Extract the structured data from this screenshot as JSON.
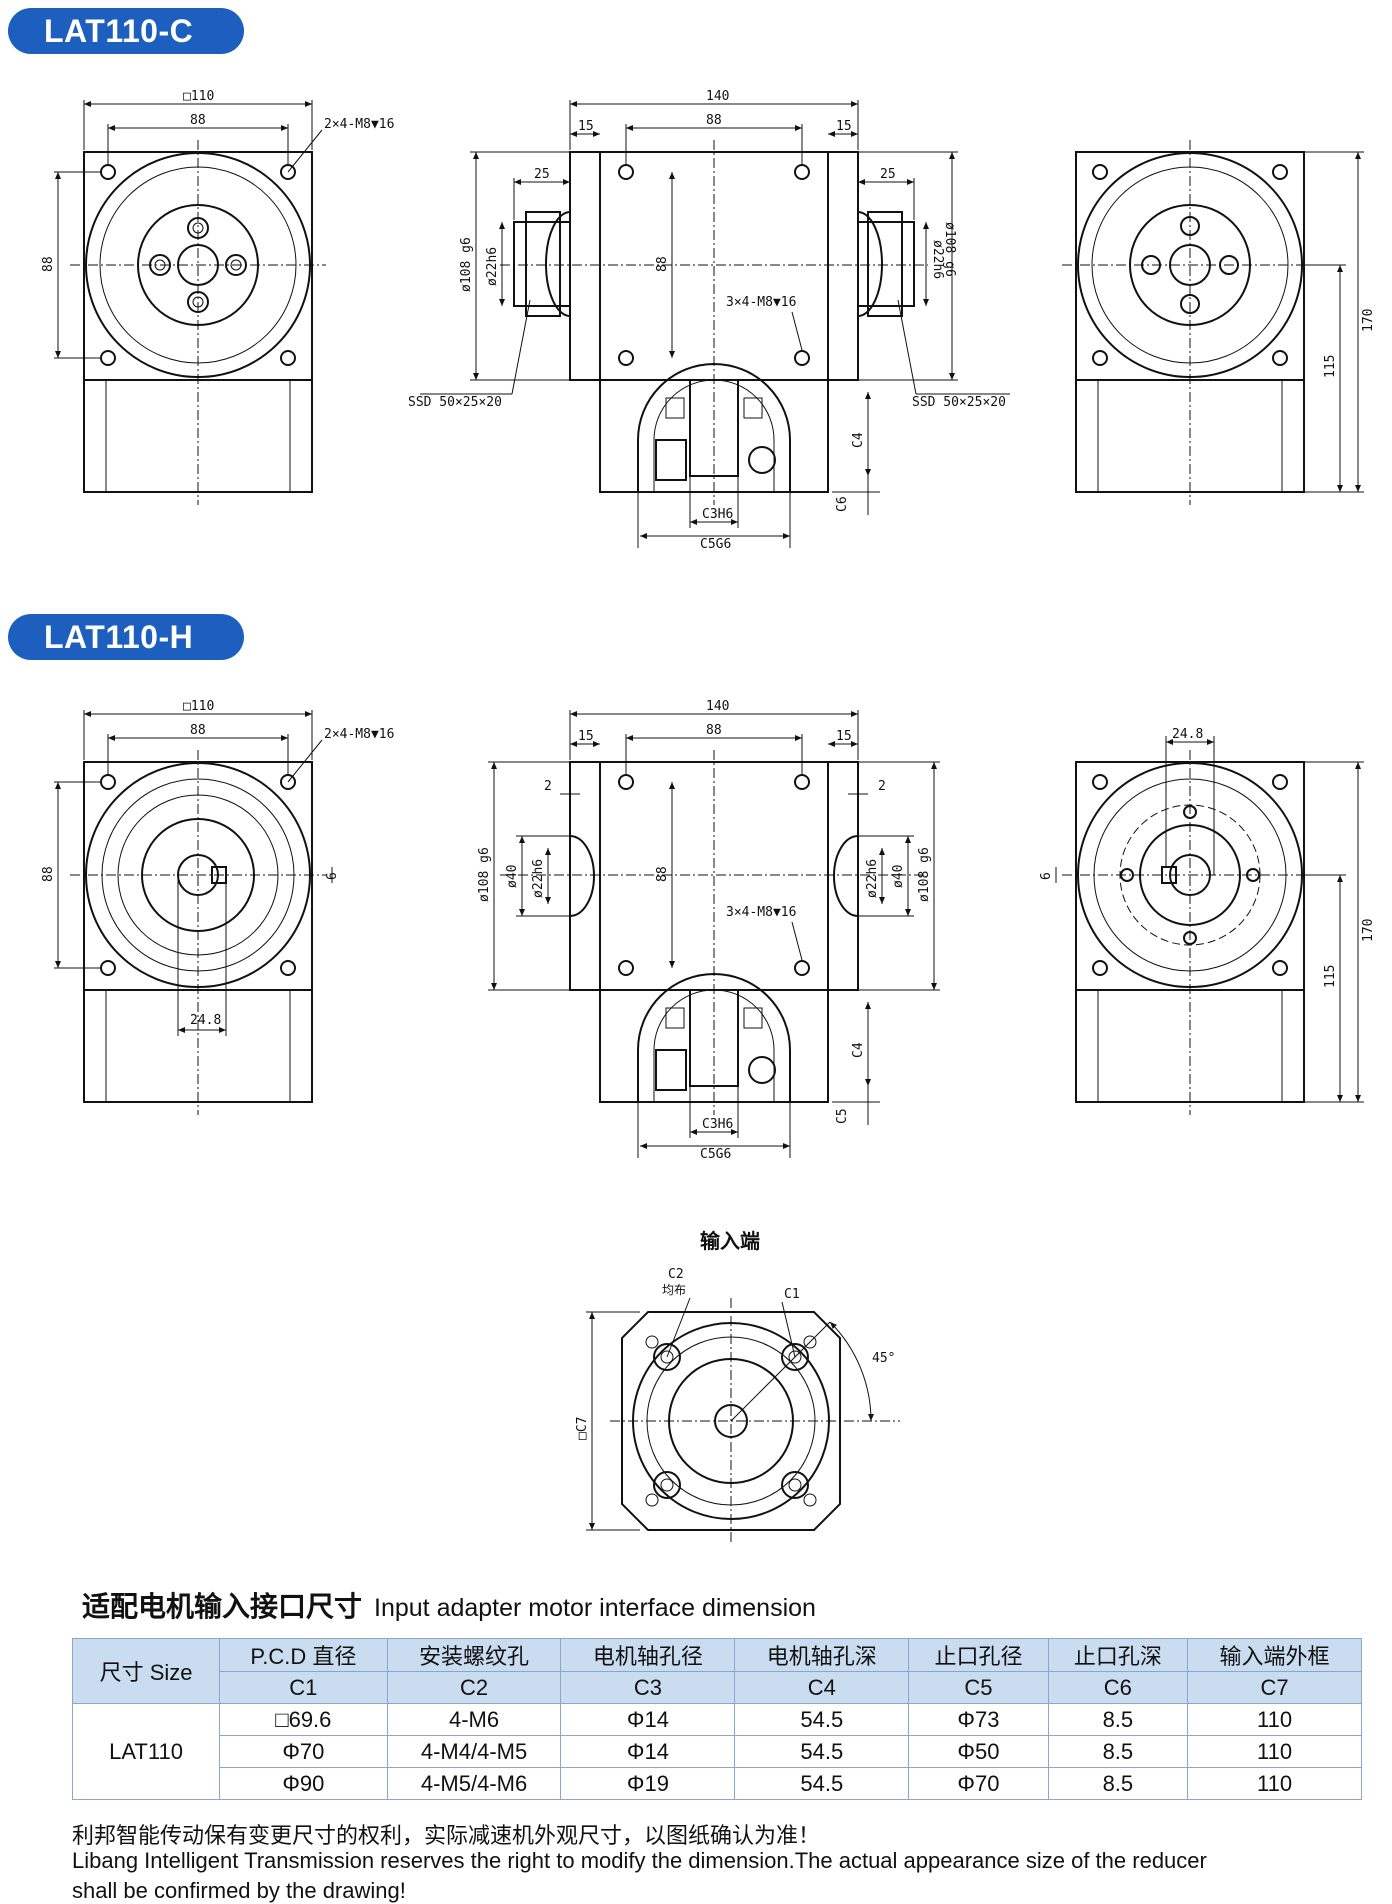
{
  "sections": {
    "c": {
      "title": "LAT110-C"
    },
    "h": {
      "title": "LAT110-H"
    }
  },
  "dims": {
    "square110": "□110",
    "d88": "88",
    "d140": "140",
    "d15": "15",
    "d25": "25",
    "d2": "2",
    "d6": "6",
    "d24_8": "24.8",
    "d170": "170",
    "d115": "115",
    "tapped_face": "2×4-M8▼16",
    "tapped_side": "3×4-M8▼16",
    "phi108": "ø108 g6",
    "phi22": "ø22h6",
    "phi40": "ø40",
    "ssd": "SSD 50×25×20",
    "c3": "C3H6",
    "c5": "C5G6",
    "c4": "C4",
    "c6": "C6",
    "c5s": "C5",
    "c7": "□C7",
    "c1": "C1",
    "c2": "C2",
    "c2_sub": "均布",
    "angle": "45°",
    "input_end": "输入端"
  },
  "table": {
    "title_cn": "适配电机输入接口尺寸",
    "title_en": "Input adapter motor interface dimension",
    "headers_cn": [
      "尺寸 Size",
      "P.C.D 直径",
      "安装螺纹孔",
      "电机轴孔径",
      "电机轴孔深",
      "止口孔径",
      "止口孔深",
      "输入端外框"
    ],
    "headers_code": [
      "C1",
      "C2",
      "C3",
      "C4",
      "C5",
      "C6",
      "C7"
    ],
    "size": "LAT110",
    "rows": [
      [
        "□69.6",
        "4-M6",
        "Φ14",
        "54.5",
        "Φ73",
        "8.5",
        "110"
      ],
      [
        "Φ70",
        "4-M4/4-M5",
        "Φ14",
        "54.5",
        "Φ50",
        "8.5",
        "110"
      ],
      [
        "Φ90",
        "4-M5/4-M6",
        "Φ19",
        "54.5",
        "Φ70",
        "8.5",
        "110"
      ]
    ]
  },
  "notes": {
    "cn": "利邦智能传动保有变更尺寸的权利，实际减速机外观尺寸，以图纸确认为准！",
    "en1": "Libang Intelligent Transmission reserves the right to modify the dimension.The actual appearance size of the reducer",
    "en2": "shall be confirmed by the drawing!"
  }
}
